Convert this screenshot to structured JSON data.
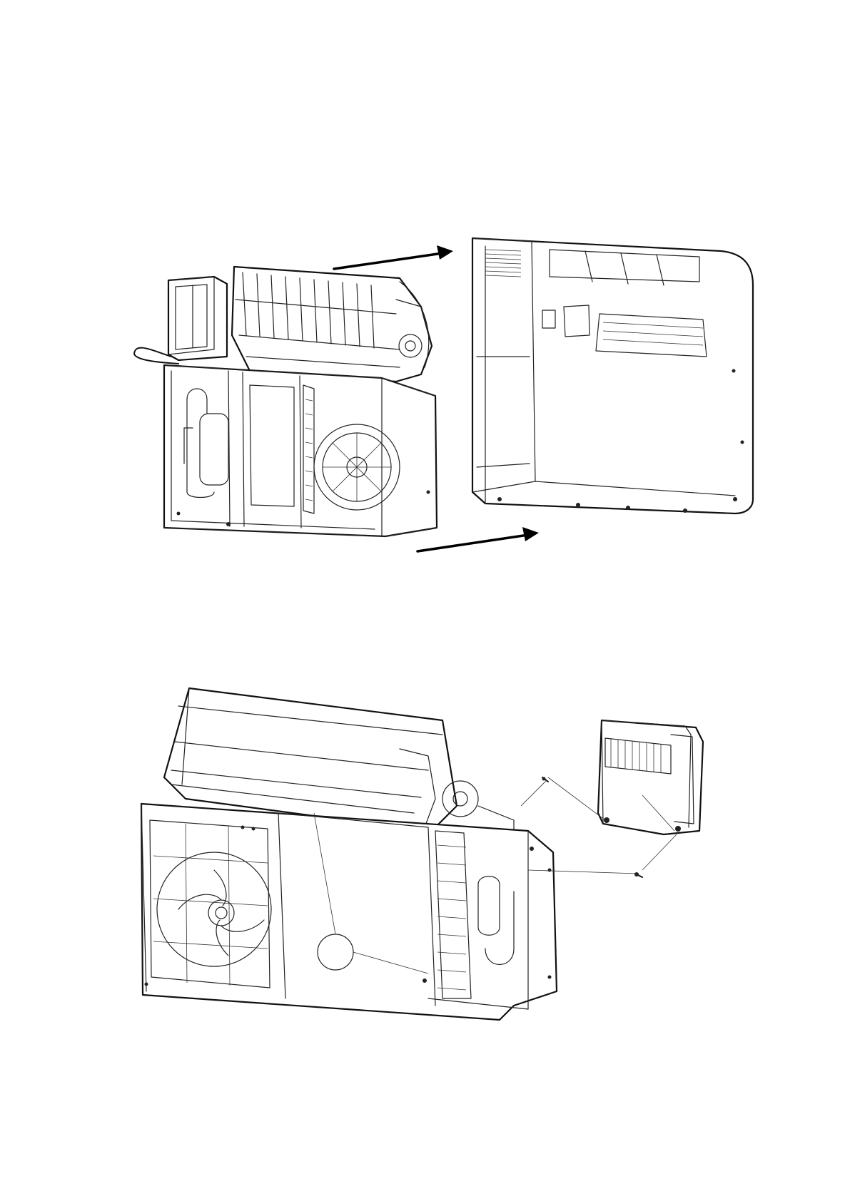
{
  "figure": {
    "top_figure": {
      "left_unit": "indoor-unit-chassis",
      "right_unit": "front-cover-housing",
      "arrows": 2
    },
    "bottom_figure": {
      "main_unit": "unit-chassis-rear-view",
      "detached_part": "electrical-control-box",
      "screws": 2
    }
  }
}
